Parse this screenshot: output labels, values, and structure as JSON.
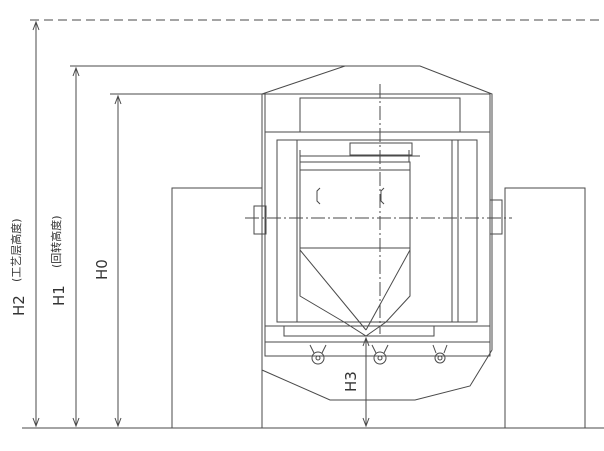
{
  "drawing": {
    "colors": {
      "stroke": "#4a4a4a",
      "background": "#ffffff",
      "text": "#333333"
    },
    "dimensions": {
      "h2": {
        "label": "H2",
        "note": "(工艺层高度)"
      },
      "h1": {
        "label": "H1",
        "note": "(回转高度)"
      },
      "h0": {
        "label": "H0"
      },
      "h3": {
        "label": "H3"
      }
    }
  }
}
